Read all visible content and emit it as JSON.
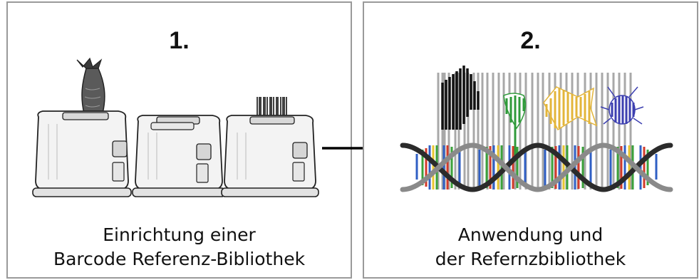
{
  "panels": [
    {
      "number": "1.",
      "caption_line1": "Einrichtung einer",
      "caption_line2": "Barcode Referenz-Bibliothek"
    },
    {
      "number": "2.",
      "caption_line1": "Anwendung und",
      "caption_line2": "der Refernzbibliothek"
    }
  ],
  "colors": {
    "border": "#9a9a9a",
    "helix_dark": "#2b2b2b",
    "helix_grey": "#8a8a8a",
    "rung_green": "#3aa13a",
    "rung_blue": "#2f5fc4",
    "rung_red": "#d23a2a",
    "rung_yellow": "#e8c531",
    "insect_blue": "#3c3fb0",
    "plant_green": "#2f9a3a",
    "fish_yellow": "#e3b53a"
  },
  "icons": [
    "toaster-with-fish",
    "toaster-empty",
    "toaster-with-barcode",
    "arrow-right",
    "dna-helix",
    "barcode-organisms"
  ]
}
